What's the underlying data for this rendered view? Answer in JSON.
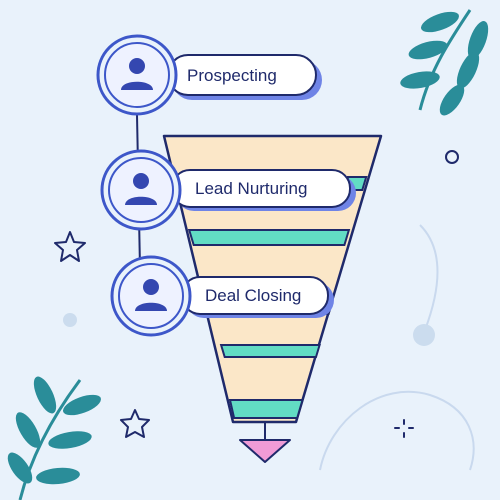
{
  "stages": [
    {
      "label": "Prospecting",
      "icon": "user-icon"
    },
    {
      "label": "Lead Nurturing",
      "icon": "user-icon"
    },
    {
      "label": "Deal Closing",
      "icon": "user-icon"
    }
  ],
  "decorations": {
    "leaf_icon": "leaf-branch-icon",
    "star_icon": "star-outline-icon",
    "sparkle_icon": "sparkle-icon"
  },
  "colors": {
    "background": "#e9f2fb",
    "outline": "#1f2a6b",
    "circle_border": "#3d57c9",
    "circle_fill": "#eef2ff",
    "person": "#3447b0",
    "funnel_fill": "#fbe7c8",
    "stripe": "#62dcc4",
    "tip": "#f09bd6",
    "leaf": "#2a8d99",
    "pill_shadow": "#6f84e6"
  }
}
